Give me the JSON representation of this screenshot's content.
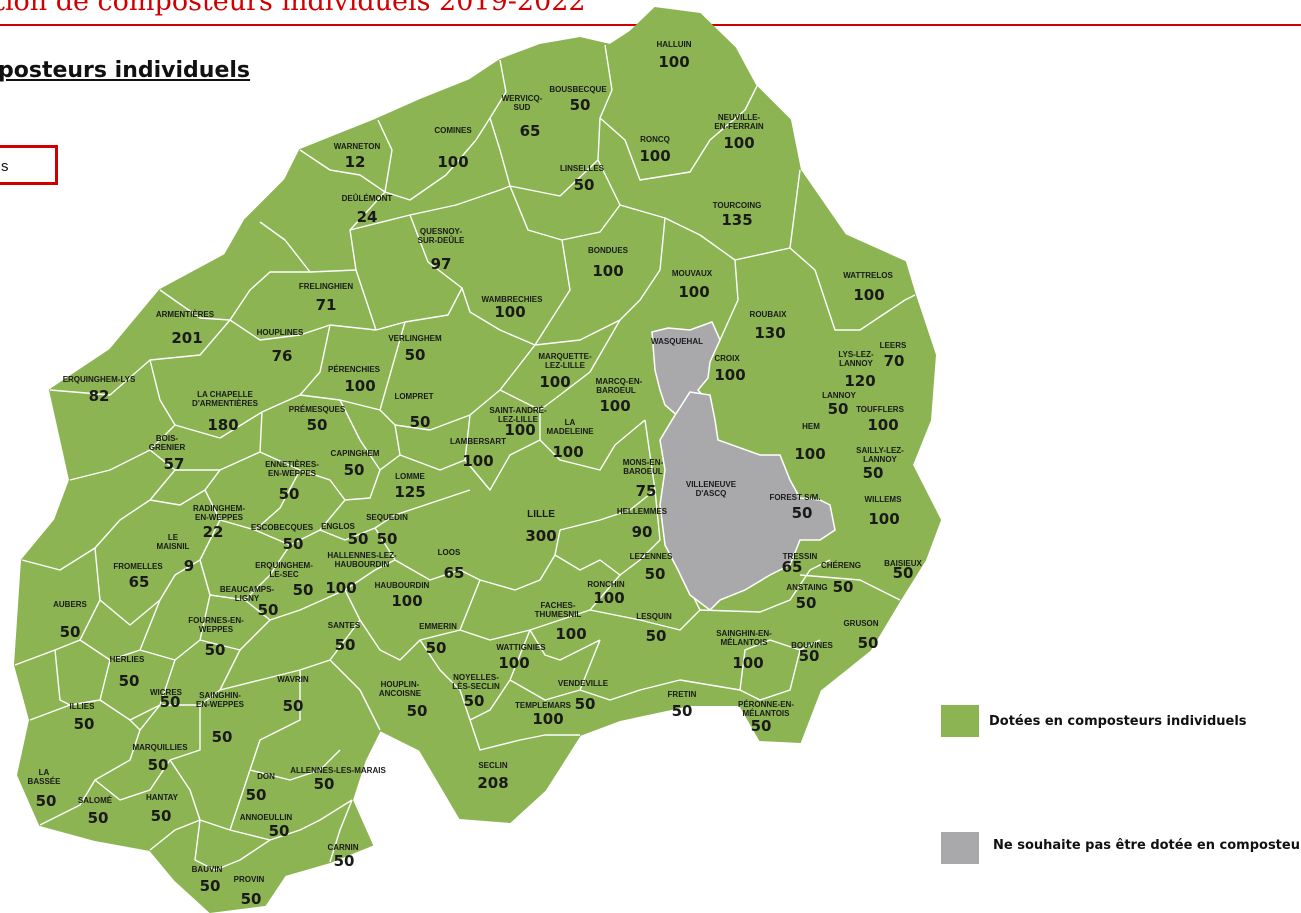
{
  "header": {
    "title": "tion de composteurs individuels 2019-2022",
    "subtitle": "posteurs individuels",
    "boxed_text": "s"
  },
  "colors": {
    "equipped": "#8cb453",
    "not_equipped": "#a9a9ab",
    "border": "#ffffff",
    "accent": "#d10000"
  },
  "legend": {
    "equipped": "Dotées en composteurs individuels",
    "not_equipped": "Ne souhaite pas être dotée en composteur"
  },
  "communes": [
    {
      "name": [
        "HALLUIN"
      ],
      "value": "100"
    },
    {
      "name": [
        "BOUSBECQUE"
      ],
      "value": "50"
    },
    {
      "name": [
        "WERVICQ-",
        "SUD"
      ],
      "value": "65"
    },
    {
      "name": [
        "COMINES"
      ],
      "value": "100"
    },
    {
      "name": [
        "NEUVILLE-",
        "EN-FERRAIN"
      ],
      "value": "100"
    },
    {
      "name": [
        "RONCQ"
      ],
      "value": "100"
    },
    {
      "name": [
        "WARNETON"
      ],
      "value": "12"
    },
    {
      "name": [
        "LINSELLES"
      ],
      "value": "50"
    },
    {
      "name": [
        "DEÛLÉMONT"
      ],
      "value": "24"
    },
    {
      "name": [
        "TOURCOING"
      ],
      "value": "135"
    },
    {
      "name": [
        "QUESNOY-",
        "SUR-DEÛLE"
      ],
      "value": "97"
    },
    {
      "name": [
        "BONDUES"
      ],
      "value": "100"
    },
    {
      "name": [
        "MOUVAUX"
      ],
      "value": "100"
    },
    {
      "name": [
        "WATTRELOS"
      ],
      "value": "100"
    },
    {
      "name": [
        "FRELINGHIEN"
      ],
      "value": "71"
    },
    {
      "name": [
        "WAMBRECHIES"
      ],
      "value": "100"
    },
    {
      "name": [
        "ARMENTIÈRES"
      ],
      "value": "201"
    },
    {
      "name": [
        "HOUPLINES"
      ],
      "value": "76"
    },
    {
      "name": [
        "VERLINGHEM"
      ],
      "value": "50"
    },
    {
      "name": [
        "ROUBAIX"
      ],
      "value": "130"
    },
    {
      "name": [
        "MARQUETTE-",
        "LEZ-LILLE"
      ],
      "value": "100"
    },
    {
      "name": [
        "PÉRENCHIES"
      ],
      "value": "100"
    },
    {
      "name": [
        "LYS-LEZ-",
        "LANNOY"
      ],
      "value": "120"
    },
    {
      "name": [
        "LEERS"
      ],
      "value": "70"
    },
    {
      "name": [
        "ERQUINGHEM-LYS"
      ],
      "value": "82"
    },
    {
      "name": [
        "LA CHAPELLE",
        "D'ARMENTIÈRES"
      ],
      "value": "180"
    },
    {
      "name": [
        "CROIX"
      ],
      "value": "100"
    },
    {
      "name": [
        "MARCQ-EN-",
        "BAROEUL"
      ],
      "value": "100"
    },
    {
      "name": [
        "PRÉMESQUES"
      ],
      "value": "50"
    },
    {
      "name": [
        "LOMPRET"
      ],
      "value": "50"
    },
    {
      "name": [
        "SAINT-ANDRÉ-",
        "LEZ-LILLE"
      ],
      "value": "100"
    },
    {
      "name": [
        "LANNOY"
      ],
      "value": "50"
    },
    {
      "name": [
        "TOUFFLERS"
      ],
      "value": "100"
    },
    {
      "name": [
        "BOIS-",
        "GRENIER"
      ],
      "value": "57"
    },
    {
      "name": [
        "LA",
        "MADELEINE"
      ],
      "value": "100"
    },
    {
      "name": [
        "LAMBERSART"
      ],
      "value": "100"
    },
    {
      "name": [
        "HEM"
      ],
      "value": "100"
    },
    {
      "name": [
        "CAPINGHEM"
      ],
      "value": "50"
    },
    {
      "name": [
        "ENNETIÈRES-",
        "EN-WEPPES"
      ],
      "value": "50"
    },
    {
      "name": [
        "LOMME"
      ],
      "value": "125"
    },
    {
      "name": [
        "SAILLY-LEZ-",
        "LANNOY"
      ],
      "value": "50"
    },
    {
      "name": [
        "MONS-EN-",
        "BAROEUL"
      ],
      "value": "75"
    },
    {
      "name": [
        "RADINGHEM-",
        "EN-WEPPES"
      ],
      "value": "22"
    },
    {
      "name": [
        "FOREST S/M."
      ],
      "value": "50"
    },
    {
      "name": [
        "WILLEMS"
      ],
      "value": "100"
    },
    {
      "name": [
        "LILLE"
      ],
      "value": "300"
    },
    {
      "name": [
        "HELLEMMES"
      ],
      "value": "90"
    },
    {
      "name": [
        "SEQUEDIN"
      ],
      "value": "50"
    },
    {
      "name": [
        "ENGLOS"
      ],
      "value": "50"
    },
    {
      "name": [
        "ESCOBECQUES"
      ],
      "value": "50"
    },
    {
      "name": [
        "LE",
        "MAISNIL"
      ],
      "value": "9"
    },
    {
      "name": [
        "LOOS"
      ],
      "value": "65"
    },
    {
      "name": [
        "HALLENNES-LEZ-",
        "HAUBOURDIN"
      ],
      "value": "100"
    },
    {
      "name": [
        "ERQUINGHEM-",
        "LE-SEC"
      ],
      "value": "50"
    },
    {
      "name": [
        "LEZENNES"
      ],
      "value": "50"
    },
    {
      "name": [
        "TRESSIN"
      ],
      "value": "65"
    },
    {
      "name": [
        "CHÉRENG"
      ],
      "value": "50"
    },
    {
      "name": [
        "BAISIEUX"
      ],
      "value": "50"
    },
    {
      "name": [
        "FROMELLES"
      ],
      "value": "65"
    },
    {
      "name": [
        "BEAUCAMPS-",
        "LIGNY"
      ],
      "value": "50"
    },
    {
      "name": [
        "HAUBOURDIN"
      ],
      "value": "100"
    },
    {
      "name": [
        "RONCHIN"
      ],
      "value": "100"
    },
    {
      "name": [
        "ANSTAING"
      ],
      "value": "50"
    },
    {
      "name": [
        "FACHES-",
        "THUMESNIL"
      ],
      "value": "100"
    },
    {
      "name": [
        "AUBERS"
      ],
      "value": "50"
    },
    {
      "name": [
        "FOURNES-EN-",
        "WEPPES"
      ],
      "value": "50"
    },
    {
      "name": [
        "SANTES"
      ],
      "value": "50"
    },
    {
      "name": [
        "EMMERIN"
      ],
      "value": "50"
    },
    {
      "name": [
        "LESQUIN"
      ],
      "value": "50"
    },
    {
      "name": [
        "GRUSON"
      ],
      "value": "50"
    },
    {
      "name": [
        "SAINGHIN-EN-",
        "MÉLANTOIS"
      ],
      "value": "100"
    },
    {
      "name": [
        "BOUVINES"
      ],
      "value": "50"
    },
    {
      "name": [
        "WATTIGNIES"
      ],
      "value": "100"
    },
    {
      "name": [
        "HERLIES"
      ],
      "value": "50"
    },
    {
      "name": [
        "WAVRIN"
      ],
      "value": "50"
    },
    {
      "name": [
        "HOUPLIN-",
        "ANCOISNE"
      ],
      "value": "50"
    },
    {
      "name": [
        "NOYELLES-",
        "LÈS-SECLIN"
      ],
      "value": "50"
    },
    {
      "name": [
        "VENDEVILLE"
      ],
      "value": "50"
    },
    {
      "name": [
        "WICRES"
      ],
      "value": "50"
    },
    {
      "name": [
        "FRETIN"
      ],
      "value": "50"
    },
    {
      "name": [
        "SAINGHIN-",
        "EN-WEPPES"
      ],
      "value": "50"
    },
    {
      "name": [
        "ILLIES"
      ],
      "value": "50"
    },
    {
      "name": [
        "TEMPLEMARS"
      ],
      "value": "100"
    },
    {
      "name": [
        "PÉRONNE-EN-",
        "MÉLANTOIS"
      ],
      "value": "50"
    },
    {
      "name": [
        "MARQUILLIES"
      ],
      "value": "50"
    },
    {
      "name": [
        "ALLENNES-LES-MARAIS"
      ],
      "value": "50"
    },
    {
      "name": [
        "SECLIN"
      ],
      "value": "208"
    },
    {
      "name": [
        "DON"
      ],
      "value": "50"
    },
    {
      "name": [
        "LA",
        "BASSÉE"
      ],
      "value": "50"
    },
    {
      "name": [
        "SALOMÉ"
      ],
      "value": "50"
    },
    {
      "name": [
        "HANTAY"
      ],
      "value": "50"
    },
    {
      "name": [
        "ANNOEULLIN"
      ],
      "value": "50"
    },
    {
      "name": [
        "CARNIN"
      ],
      "value": "50"
    },
    {
      "name": [
        "BAUVIN"
      ],
      "value": "50"
    },
    {
      "name": [
        "PROVIN"
      ],
      "value": "50"
    }
  ],
  "grey_communes": [
    {
      "name": [
        "WASQUEHAL"
      ]
    },
    {
      "name": [
        "VILLENEUVE",
        "D'ASCQ"
      ]
    }
  ]
}
